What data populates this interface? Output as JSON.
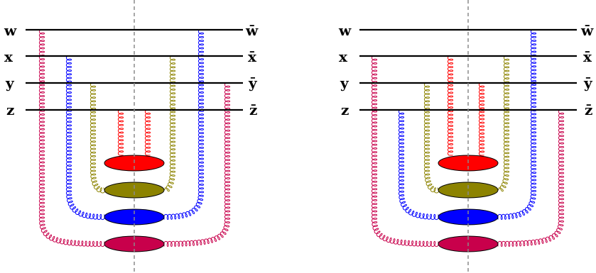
{
  "colors": {
    "red": "#ff0000",
    "olive": "#8c8300",
    "blue": "#0000ff",
    "crimson": "#c8004b",
    "line": "#000000",
    "cut": "#8a8a8a"
  },
  "diagrams": [
    {
      "left_labels": [
        "w",
        "x",
        "y",
        "z"
      ],
      "right_labels": [
        "w̄",
        "x̄",
        "ȳ",
        "z̄"
      ]
    },
    {
      "left_labels": [
        "w",
        "x",
        "y",
        "z"
      ],
      "right_labels": [
        "w̄",
        "x̄",
        "ȳ",
        "z̄"
      ]
    }
  ]
}
